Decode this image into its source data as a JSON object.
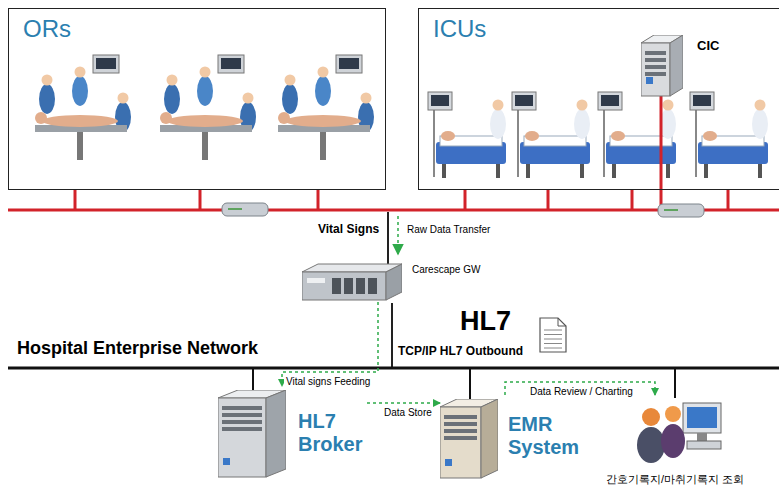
{
  "diagram": {
    "nodes": [
      {
        "text": [
          "ORs"
        ]
      },
      {
        "text": [
          "ICUs"
        ]
      },
      {
        "text": [
          "CIC"
        ],
        "in": 1
      },
      {
        "text": [
          "Carescape GW"
        ]
      },
      {
        "text": [
          "HL7 Broker"
        ]
      },
      {
        "text": [
          "EMR System"
        ]
      },
      {
        "text": [
          "간호기록지/마취기록지 조회"
        ]
      }
    ],
    "edges": [
      {
        "from": 3,
        "to": 4,
        "label": "Vital signs Feeding",
        "arrow": "to"
      },
      {
        "from": 4,
        "to": 5,
        "label": "Data Store",
        "arrow": "to"
      },
      {
        "from": 5,
        "to": 6,
        "label": "Data Review / Charting",
        "arrow": "to"
      }
    ],
    "labels": [
      "Vital Signs",
      "Raw Data Transfer",
      "HL7",
      "TCP/IP HL7 Outbound",
      "Hospital Enterprise Network"
    ]
  }
}
